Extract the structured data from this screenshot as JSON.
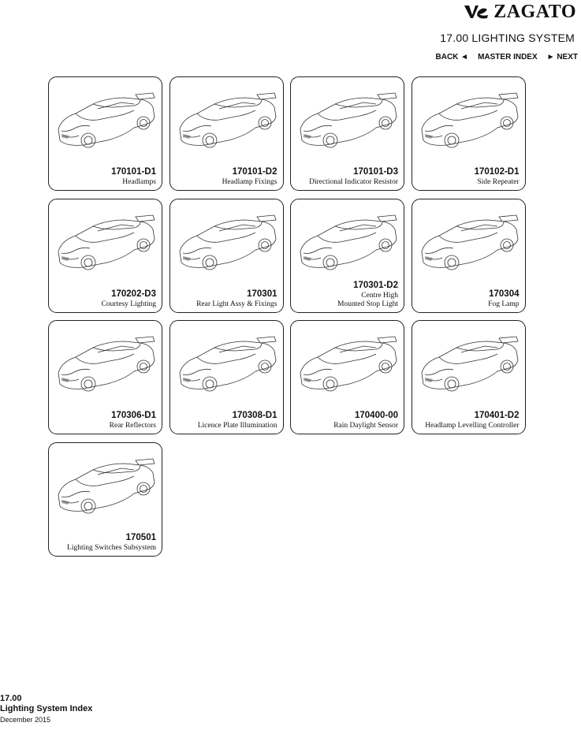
{
  "header": {
    "logo_text": "ZAGATO",
    "section_title": "17.00 LIGHTING SYSTEM",
    "nav": {
      "back": "BACK ◄",
      "master_index": "MASTER INDEX",
      "next": "► NEXT"
    }
  },
  "cards": [
    {
      "code": "170101-D1",
      "label": "Headlamps"
    },
    {
      "code": "170101-D2",
      "label": "Headlamp Fixings"
    },
    {
      "code": "170101-D3",
      "label": "Directional Indicator Resistor"
    },
    {
      "code": "170102-D1",
      "label": "Side Repeater"
    },
    {
      "code": "170202-D3",
      "label": "Courtesy Lighting"
    },
    {
      "code": "170301",
      "label": "Rear Light Assy & Fixings"
    },
    {
      "code": "170301-D2",
      "label": "Centre High\nMounted Stop Light"
    },
    {
      "code": "170304",
      "label": "Fog Lamp"
    },
    {
      "code": "170306-D1",
      "label": "Rear Reflectors"
    },
    {
      "code": "170308-D1",
      "label": "Licence Plate Illumination"
    },
    {
      "code": "170400-00",
      "label": "Rain Daylight Sensor"
    },
    {
      "code": "170401-D2",
      "label": "Headlamp Levelling Controller"
    },
    {
      "code": "170501",
      "label": "Lighting Switches Subsystem"
    }
  ],
  "footer": {
    "section_number": "17.00",
    "section_name": "Lighting System Index",
    "date": "December 2015"
  }
}
